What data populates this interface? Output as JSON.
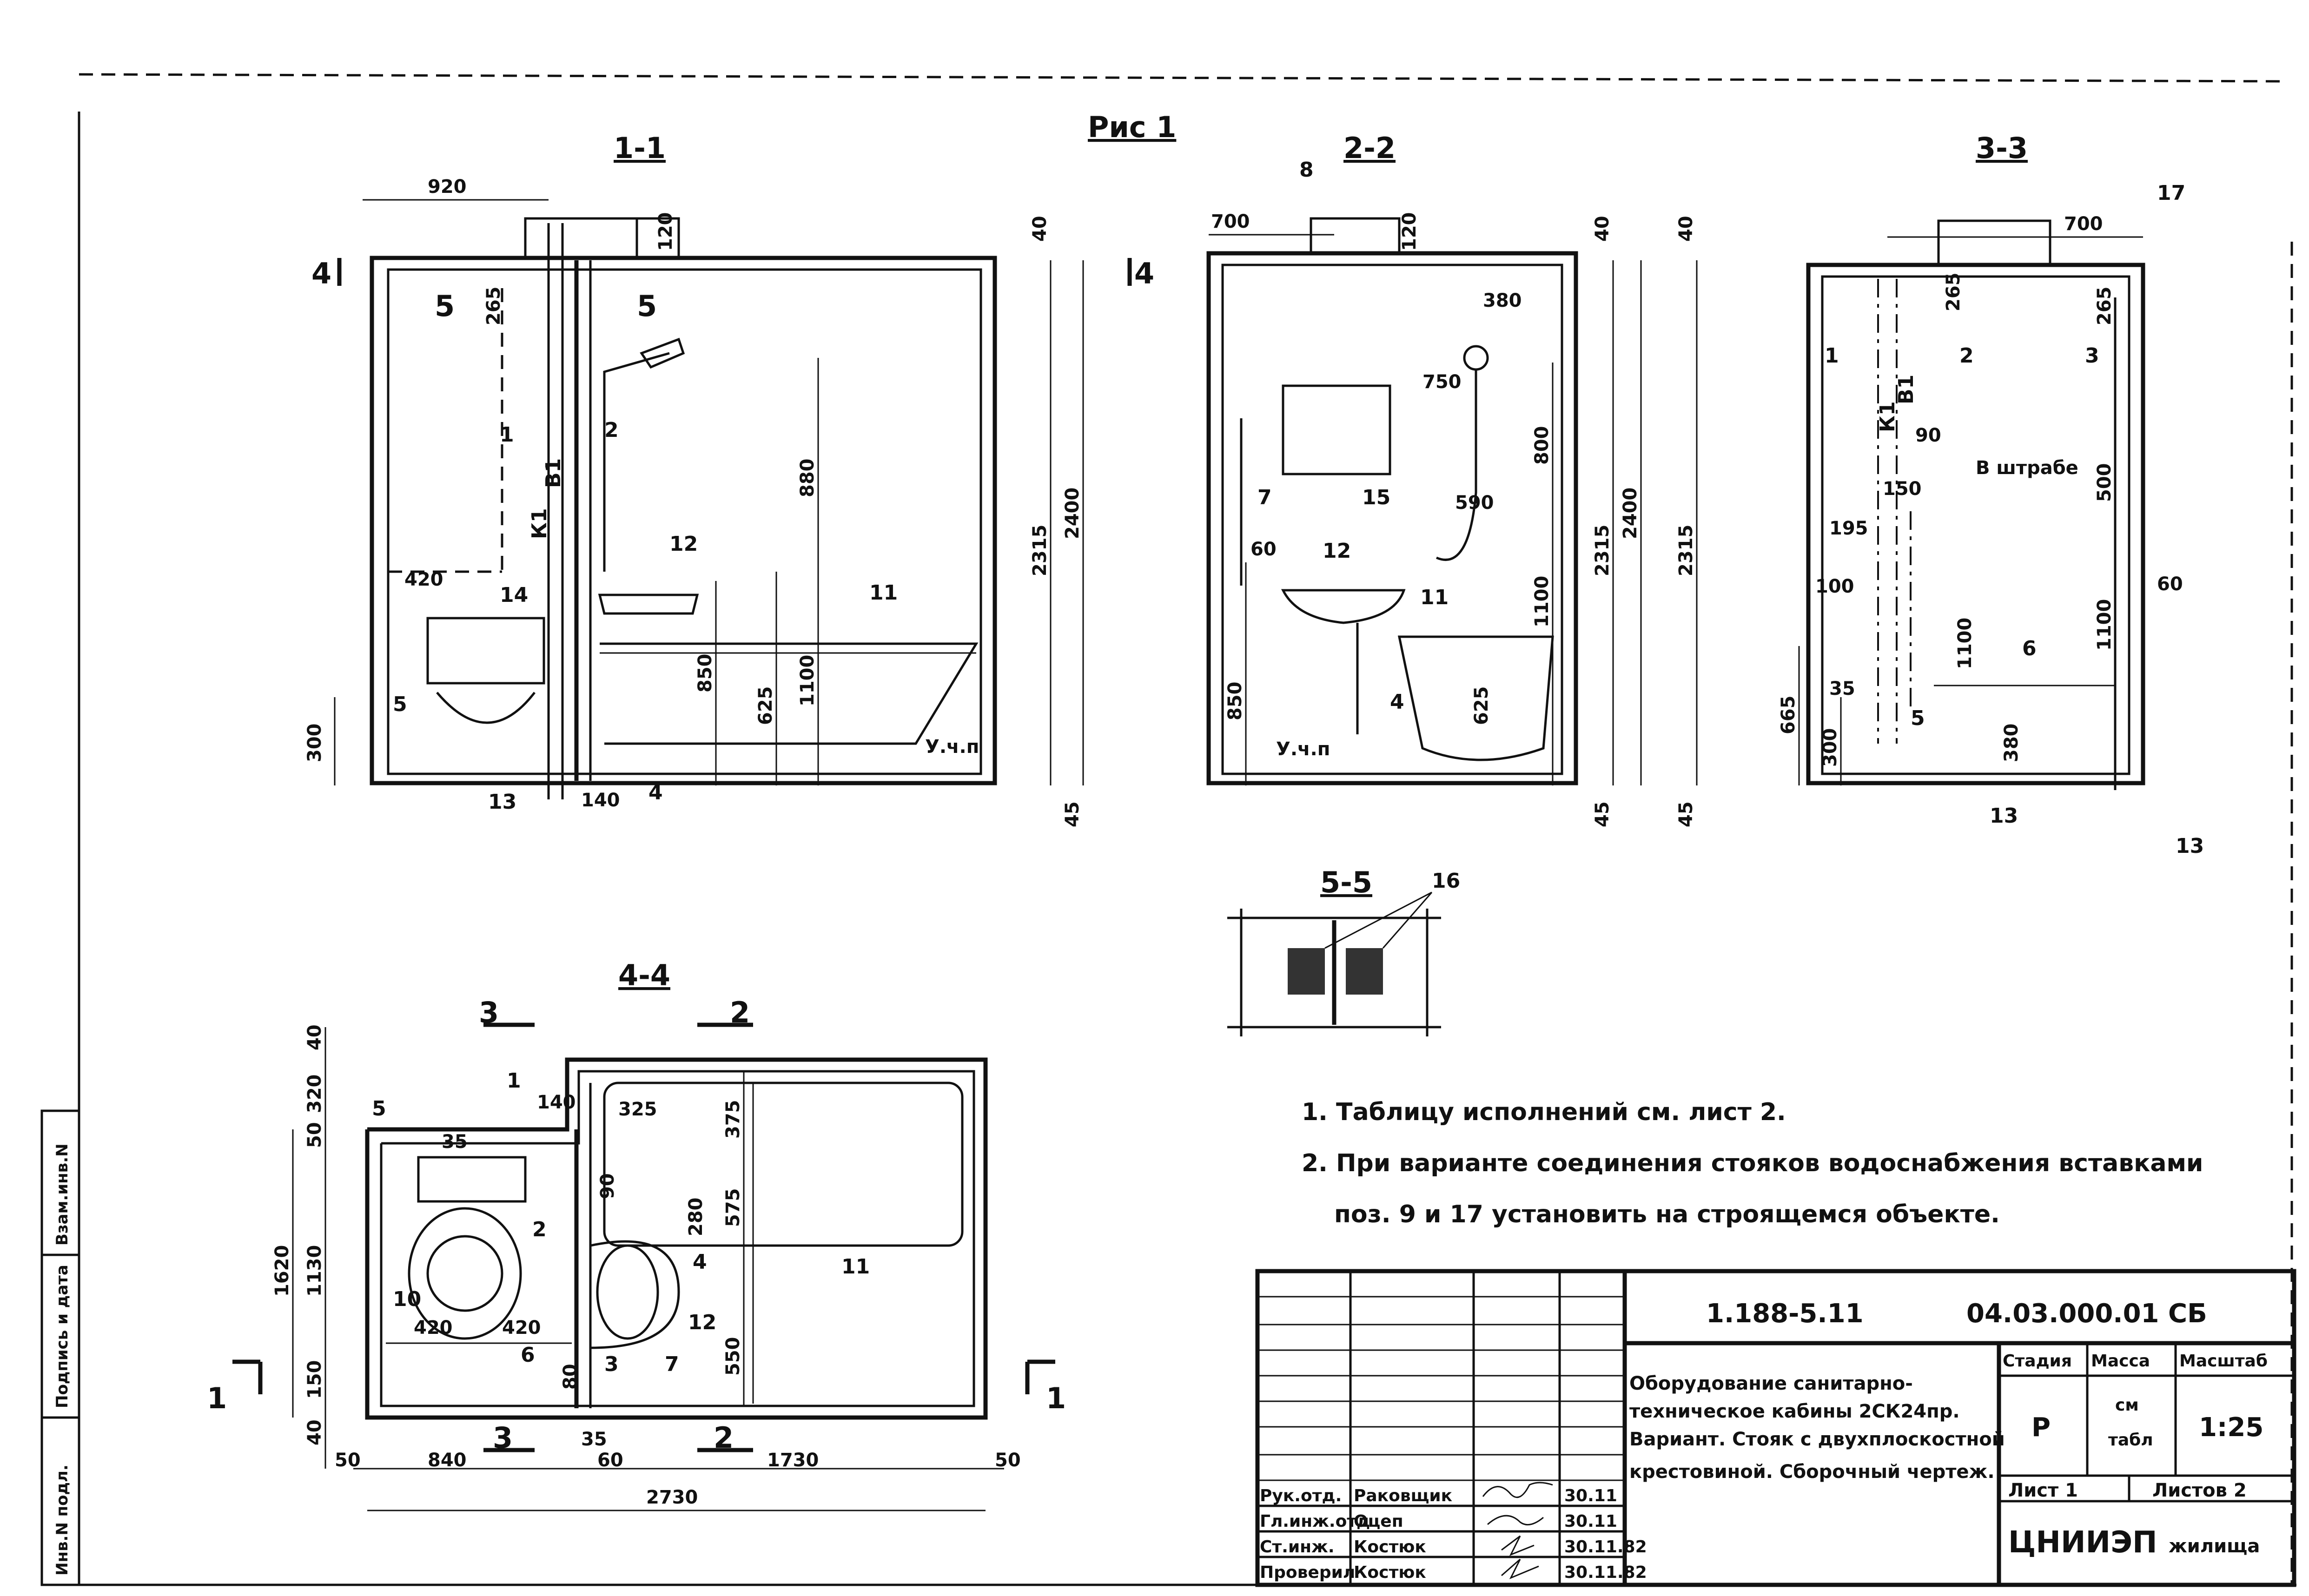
{
  "figure_label": "Рис 1",
  "sections": {
    "s11": "1-1",
    "s22": "2-2",
    "s33": "3-3",
    "s44": "4-4",
    "s55": "5-5",
    "cut4": "4",
    "cut5": "5",
    "cut3": "3",
    "cut2": "2",
    "cut1": "1"
  },
  "view11": {
    "dims": [
      "920",
      "120",
      "265",
      "420",
      "300",
      "850",
      "625",
      "1100",
      "880",
      "2315",
      "2400",
      "140",
      "40",
      "45"
    ],
    "labels": [
      "1",
      "2",
      "4",
      "5",
      "11",
      "12",
      "13",
      "14",
      "К1",
      "В1",
      "У.ч.п"
    ]
  },
  "view22": {
    "dims": [
      "700",
      "120",
      "40",
      "380",
      "750",
      "800",
      "590",
      "60",
      "1100",
      "850",
      "625",
      "2315",
      "2400",
      "45"
    ],
    "labels": [
      "8",
      "7",
      "15",
      "12",
      "11",
      "4",
      "У.ч.п"
    ]
  },
  "view33": {
    "dims": [
      "40",
      "700",
      "265",
      "265",
      "500",
      "90",
      "195",
      "150",
      "100",
      "60",
      "1100",
      "1100",
      "35",
      "665",
      "300",
      "380",
      "2315",
      "45"
    ],
    "labels": [
      "17",
      "1",
      "2",
      "3",
      "6",
      "5",
      "13",
      "13",
      "К1",
      "В1",
      "В штрабе"
    ]
  },
  "view44": {
    "dims": [
      "40",
      "320",
      "50",
      "1620",
      "1130",
      "150",
      "40",
      "140",
      "35",
      "325",
      "375",
      "575",
      "280",
      "90",
      "420",
      "420",
      "550",
      "80",
      "50",
      "840",
      "35",
      "60",
      "1730",
      "50",
      "2730"
    ],
    "labels": [
      "5",
      "1",
      "10",
      "6",
      "2",
      "4",
      "12",
      "3",
      "7",
      "11"
    ]
  },
  "view55": {
    "labels": [
      "16"
    ]
  },
  "notes": [
    "1. Таблицу исполнений см. лист 2.",
    "2. При варианте соединения стояков водоснабжения вставками",
    "поз. 9 и 17 установить на строящемся объекте."
  ],
  "title_block": {
    "code": "1.188-5.11",
    "doc_no": "04.03.000.01 СБ",
    "description": [
      "Оборудование санитарно-",
      "техническое кабины 2СК24пр.",
      "Вариант. Стояк с двухплоскостной",
      "крестовиной. Сборочный чертеж."
    ],
    "stage_h": "Стадия",
    "mass_h": "Масса",
    "scale_h": "Масштаб",
    "stage": "Р",
    "mass": [
      "см",
      "табл"
    ],
    "scale": "1:25",
    "sheet": "Лист 1",
    "sheets": "Листов 2",
    "org_main": "ЦНИИЭП",
    "org_sub": "жилища",
    "roles": [
      {
        "role": "Рук.отд.",
        "name": "Раковщик",
        "date": "30.11"
      },
      {
        "role": "Гл.инж.отд",
        "name": "Оцеп",
        "date": "30.11"
      },
      {
        "role": "Ст.инж.",
        "name": "Костюк",
        "date": "30.11.82"
      },
      {
        "role": "Проверил",
        "name": "Костюк",
        "date": "30.11.82"
      }
    ]
  },
  "side_stamp": [
    "Инв.N подл.",
    "Подпись и дата",
    "Взам.инв.N"
  ]
}
